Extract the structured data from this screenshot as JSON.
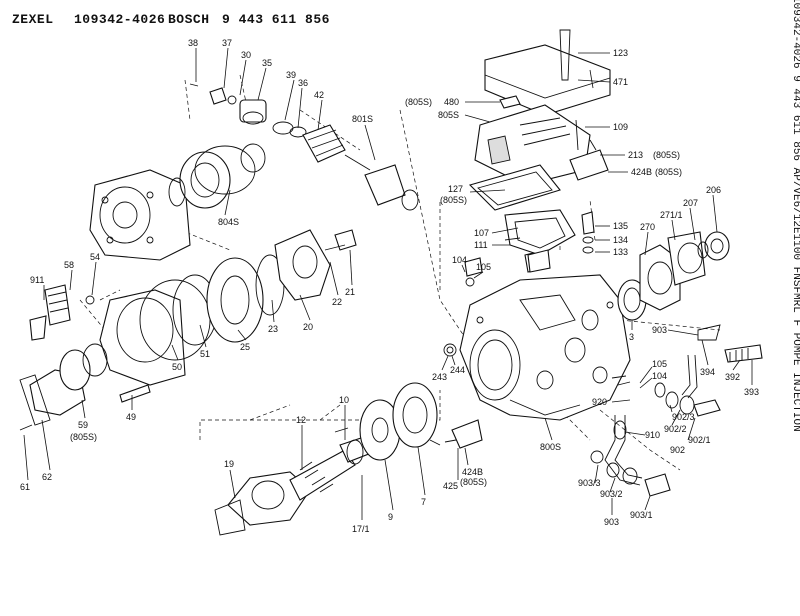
{
  "header": {
    "brand": "ZEXEL",
    "part_code": "109342-4026",
    "maker": "BOSCH",
    "bosch_number": "9 443 611 856"
  },
  "side_text": "109342-4026 9 443 611 856 AP/VE6/12E1100 FNSFMRL F POMPE INJECTION",
  "labels": [
    {
      "id": "l38",
      "text": "38"
    },
    {
      "id": "l37",
      "text": "37"
    },
    {
      "id": "l30",
      "text": "30"
    },
    {
      "id": "l35",
      "text": "35"
    },
    {
      "id": "l39",
      "text": "39"
    },
    {
      "id": "l36",
      "text": "36"
    },
    {
      "id": "l42",
      "text": "42"
    },
    {
      "id": "l801s",
      "text": "801S"
    },
    {
      "id": "l804s",
      "text": "804S"
    },
    {
      "id": "l911",
      "text": "911"
    },
    {
      "id": "l58",
      "text": "58"
    },
    {
      "id": "l54",
      "text": "54"
    },
    {
      "id": "l21",
      "text": "21"
    },
    {
      "id": "l22",
      "text": "22"
    },
    {
      "id": "l20",
      "text": "20"
    },
    {
      "id": "l23",
      "text": "23"
    },
    {
      "id": "l25",
      "text": "25"
    },
    {
      "id": "l51",
      "text": "51"
    },
    {
      "id": "l50",
      "text": "50"
    },
    {
      "id": "l49",
      "text": "49"
    },
    {
      "id": "l59",
      "text": "59"
    },
    {
      "id": "l59b",
      "text": "(805S)"
    },
    {
      "id": "l62",
      "text": "62"
    },
    {
      "id": "l61",
      "text": "61"
    },
    {
      "id": "l19",
      "text": "19"
    },
    {
      "id": "l12",
      "text": "12"
    },
    {
      "id": "l10",
      "text": "10"
    },
    {
      "id": "l171",
      "text": "17/1"
    },
    {
      "id": "l9",
      "text": "9"
    },
    {
      "id": "l7",
      "text": "7"
    },
    {
      "id": "l243",
      "text": "243"
    },
    {
      "id": "l244",
      "text": "244"
    },
    {
      "id": "l424b",
      "text": "424B"
    },
    {
      "id": "l424bb",
      "text": "(805S)"
    },
    {
      "id": "l425",
      "text": "425"
    },
    {
      "id": "l800s",
      "text": "800S"
    },
    {
      "id": "l123",
      "text": "123"
    },
    {
      "id": "l471",
      "text": "471"
    },
    {
      "id": "l805sa",
      "text": "(805S)"
    },
    {
      "id": "l480",
      "text": "480"
    },
    {
      "id": "l805s",
      "text": "805S"
    },
    {
      "id": "l109",
      "text": "109"
    },
    {
      "id": "l213",
      "text": "213"
    },
    {
      "id": "l213b",
      "text": "(805S)"
    },
    {
      "id": "l424b2",
      "text": "424B"
    },
    {
      "id": "l424b2b",
      "text": "(805S)"
    },
    {
      "id": "l127",
      "text": "127"
    },
    {
      "id": "l127b",
      "text": "(805S)"
    },
    {
      "id": "l206",
      "text": "206"
    },
    {
      "id": "l207",
      "text": "207"
    },
    {
      "id": "l2711",
      "text": "271/1"
    },
    {
      "id": "l270",
      "text": "270"
    },
    {
      "id": "l107",
      "text": "107"
    },
    {
      "id": "l111",
      "text": "111"
    },
    {
      "id": "l135",
      "text": "135"
    },
    {
      "id": "l134",
      "text": "134"
    },
    {
      "id": "l133",
      "text": "133"
    },
    {
      "id": "l104",
      "text": "104"
    },
    {
      "id": "l105",
      "text": "105"
    },
    {
      "id": "l3",
      "text": "3"
    },
    {
      "id": "l903a",
      "text": "903"
    },
    {
      "id": "l394",
      "text": "394"
    },
    {
      "id": "l392",
      "text": "392"
    },
    {
      "id": "l393",
      "text": "393"
    },
    {
      "id": "l105b",
      "text": "105"
    },
    {
      "id": "l104b",
      "text": "104"
    },
    {
      "id": "l920",
      "text": "920"
    },
    {
      "id": "l9023",
      "text": "902/3"
    },
    {
      "id": "l9022",
      "text": "902/2"
    },
    {
      "id": "l902",
      "text": "902"
    },
    {
      "id": "l9021",
      "text": "902/1"
    },
    {
      "id": "l910",
      "text": "910"
    },
    {
      "id": "l9033",
      "text": "903/3"
    },
    {
      "id": "l9032",
      "text": "903/2"
    },
    {
      "id": "l903",
      "text": "903"
    },
    {
      "id": "l9031",
      "text": "903/1"
    }
  ]
}
